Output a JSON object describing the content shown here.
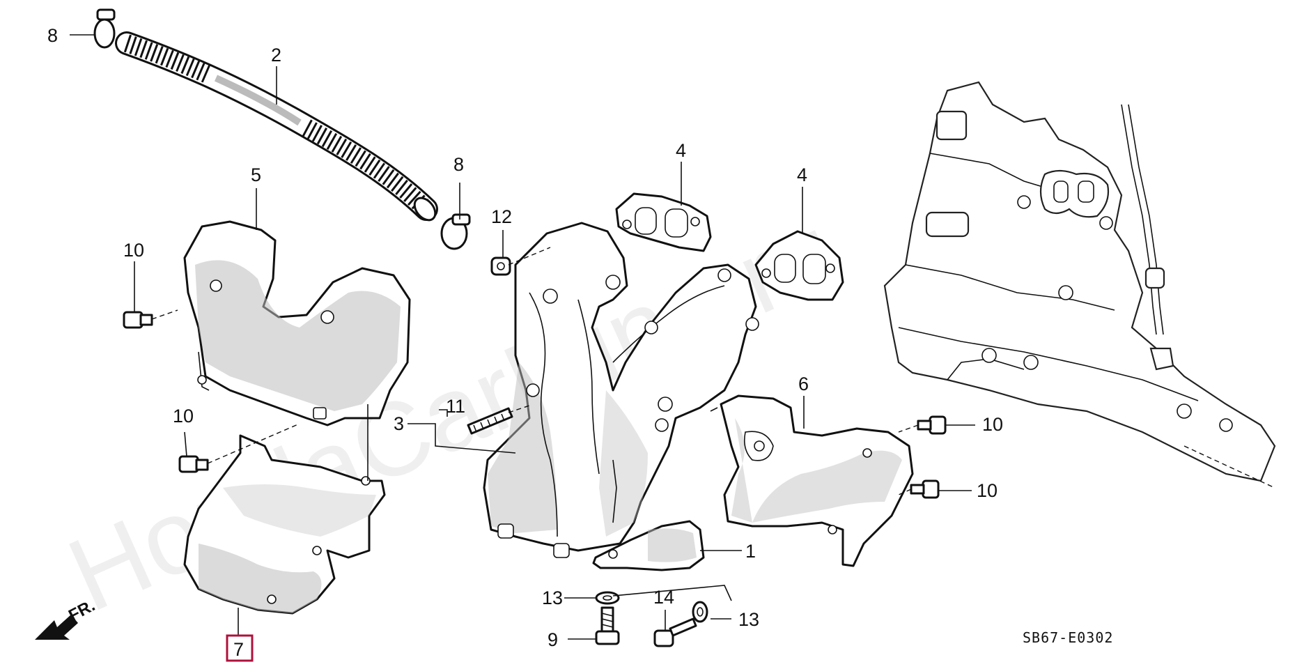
{
  "diagram": {
    "watermark": "HondaCarMine.ru",
    "drawing_code": "SB67-E0302",
    "front_indicator": "FR.",
    "highlight_color": "#b0103a",
    "callouts": {
      "c1": "1",
      "c2": "2",
      "c3": "3",
      "c4a": "4",
      "c4b": "4",
      "c5": "5",
      "c6": "6",
      "c7": "7",
      "c8a": "8",
      "c8b": "8",
      "c9": "9",
      "c10a": "10",
      "c10b": "10",
      "c10c": "10",
      "c10d": "10",
      "c11": "11",
      "c12": "12",
      "c13a": "13",
      "c13b": "13",
      "c14": "14"
    }
  }
}
